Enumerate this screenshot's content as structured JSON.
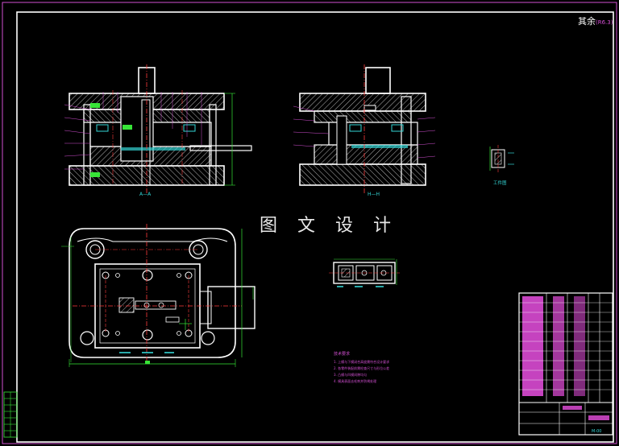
{
  "watermark": "图 文 设 计",
  "corner_tag": "其余",
  "corner_tag_sub": "(R6.3)",
  "section_labels": {
    "front": "A—A",
    "side": "H—H"
  },
  "part_drawing_label": "工件图",
  "tech_requirements": {
    "title": "技术要求",
    "items": [
      "1. 上模与下模闭合高度需符合设计要求",
      "2. 各零件装配前需检查尺寸与形位公差",
      "3. 凸模与凹模间隙均匀",
      "4. 模具表面去毛刺并防锈处理"
    ]
  },
  "title_block": {
    "drawing_no": "M-00"
  },
  "colors": {
    "background": "#000000",
    "outline": "#ffffff",
    "hatch": "#b8b8b8",
    "center_line": "#ff3b3b",
    "dimension": "#34d6d6",
    "annotation": "#d24fd2",
    "highlight": "#37e437",
    "title_fill": "#e84fe0"
  }
}
